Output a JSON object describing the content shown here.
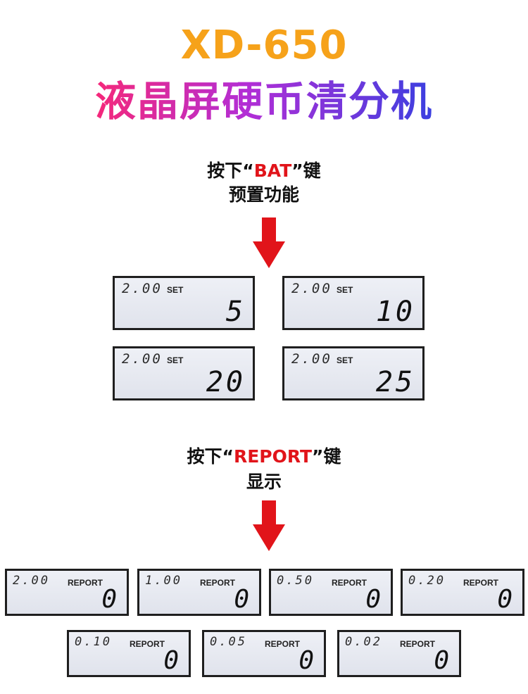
{
  "header": {
    "model": "XD-650",
    "product_name": "液晶屏硬币清分机"
  },
  "section_bat": {
    "prefix": "按下“",
    "key": "BAT",
    "suffix": "”键",
    "line2": "预置功能",
    "displays": [
      {
        "denomination": "2.00",
        "mode": "SET",
        "value": "5"
      },
      {
        "denomination": "2.00",
        "mode": "SET",
        "value": "10"
      },
      {
        "denomination": "2.00",
        "mode": "SET",
        "value": "20"
      },
      {
        "denomination": "2.00",
        "mode": "SET",
        "value": "25"
      }
    ]
  },
  "section_report": {
    "prefix": "按下“",
    "key": "REPORT",
    "suffix": "”键",
    "line2": "显示",
    "displays": [
      {
        "denomination": "2.00",
        "mode": "REPORT",
        "value": "0"
      },
      {
        "denomination": "1.00",
        "mode": "REPORT",
        "value": "0"
      },
      {
        "denomination": "0.50",
        "mode": "REPORT",
        "value": "0"
      },
      {
        "denomination": "0.20",
        "mode": "REPORT",
        "value": "0"
      },
      {
        "denomination": "0.10",
        "mode": "REPORT",
        "value": "0"
      },
      {
        "denomination": "0.05",
        "mode": "REPORT",
        "value": "0"
      },
      {
        "denomination": "0.02",
        "mode": "REPORT",
        "value": "0"
      }
    ]
  },
  "colors": {
    "model_orange": "#f6a21a",
    "gradient_start": "#f5287a",
    "gradient_end": "#3b3fe0",
    "key_red": "#e1141a",
    "arrow_red": "#e1141a"
  }
}
